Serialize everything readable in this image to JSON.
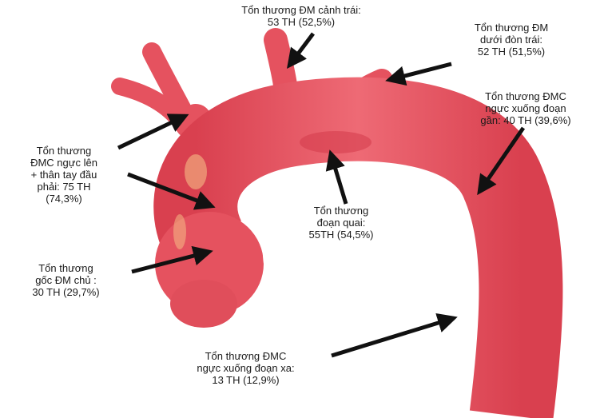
{
  "colors": {
    "vessel": "#e5525f",
    "vessel_dark": "#c83548",
    "vessel_light": "#f07a84",
    "highlight": "#f7c68a",
    "arrow": "#111111",
    "text": "#1a1a1a"
  },
  "labels": {
    "left_carotid": {
      "line1": "Tổn thương ĐM cảnh trái:",
      "line2": "53 TH (52,5%)"
    },
    "left_subclavian": {
      "line1": "Tổn thương ĐM",
      "line2": "dưới đòn trái:",
      "line3": "52 TH (51,5%)"
    },
    "proximal_descending": {
      "line1": "Tổn thương ĐMC",
      "line2": "ngực xuống đoạn",
      "line3": "gần: 40 TH (39,6%)"
    },
    "ascending_brachiocephalic": {
      "line1": "Tổn thương",
      "line2": "ĐMC ngực lên",
      "line3": "+ thân tay đầu",
      "line4": "phải: 75 TH",
      "line5": "(74,3%)"
    },
    "arch": {
      "line1": "Tổn thương",
      "line2": "đoạn quai:",
      "line3": "55TH (54,5%)"
    },
    "aortic_root": {
      "line1": "Tổn thương",
      "line2": "gốc ĐM chủ :",
      "line3": "30 TH (29,7%)"
    },
    "distal_descending": {
      "line1": "Tổn thương ĐMC",
      "line2": "ngực xuống đoạn xa:",
      "line3": "13 TH (12,9%)"
    }
  }
}
